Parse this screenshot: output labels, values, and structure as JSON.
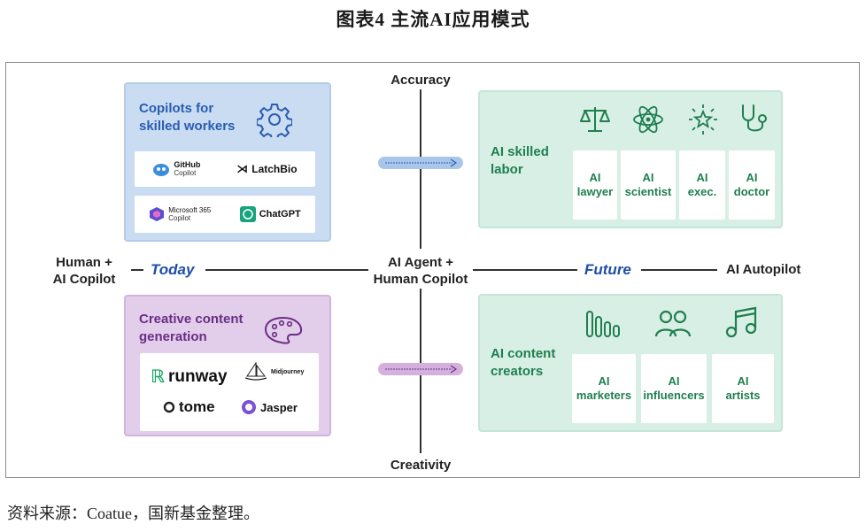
{
  "title": "图表4 主流AI应用模式",
  "axis": {
    "top": "Accuracy",
    "bottom": "Creativity",
    "left_line1": "Human +",
    "left_line2": "AI Copilot",
    "today": "Today",
    "center_line1": "AI Agent +",
    "center_line2": "Human Copilot",
    "future": "Future",
    "right": "AI Autopilot"
  },
  "copilots": {
    "title_line1": "Copilots for",
    "title_line2": "skilled workers",
    "logos": [
      {
        "name": "GitHub",
        "sub": "Copilot"
      },
      {
        "name": "LatchBio"
      },
      {
        "name": "Microsoft 365",
        "sub": "Copilot"
      },
      {
        "name": "ChatGPT"
      }
    ]
  },
  "creative": {
    "title_line1": "Creative content",
    "title_line2": "generation",
    "logos": [
      "runway",
      "Midjourney",
      "tome",
      "Jasper"
    ]
  },
  "skilled_labor": {
    "title_line1": "AI skilled",
    "title_line2": "labor",
    "tiles": [
      {
        "l1": "AI",
        "l2": "lawyer"
      },
      {
        "l1": "AI",
        "l2": "scientist"
      },
      {
        "l1": "AI",
        "l2": "exec."
      },
      {
        "l1": "AI",
        "l2": "doctor"
      }
    ]
  },
  "content_creators": {
    "title_line1": "AI content",
    "title_line2": "creators",
    "tiles": [
      {
        "l1": "AI",
        "l2": "marketers"
      },
      {
        "l1": "AI",
        "l2": "influencers"
      },
      {
        "l1": "AI",
        "l2": "artists"
      }
    ]
  },
  "source": "资料来源：Coatue，国新基金整理。",
  "colors": {
    "blue": "#2a5db0",
    "purple": "#6a2d86",
    "green": "#1f7f4e"
  }
}
